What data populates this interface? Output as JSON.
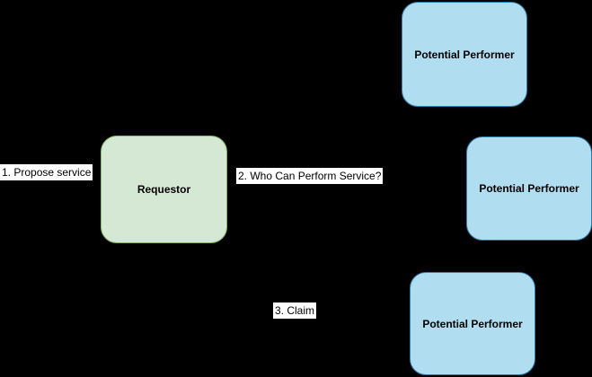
{
  "diagram": {
    "background_color": "#000000",
    "nodes": {
      "requestor": {
        "label": "Requestor",
        "fill": "#d5e8d4",
        "stroke": "#82b366"
      },
      "performer_top": {
        "label": "Potential Performer",
        "fill": "#b1ddf0",
        "stroke": "#2d7fae"
      },
      "performer_middle": {
        "label": "Potential Performer",
        "fill": "#b1ddf0",
        "stroke": "#2d7fae"
      },
      "performer_bottom": {
        "label": "Potential Performer",
        "fill": "#b1ddf0",
        "stroke": "#2d7fae"
      }
    },
    "edge_labels": {
      "propose": "1. Propose service",
      "who_can_perform": "2. Who Can Perform Service?",
      "claim": "3. Claim"
    },
    "label_background": "#ffffff",
    "text_color": "#000000"
  }
}
